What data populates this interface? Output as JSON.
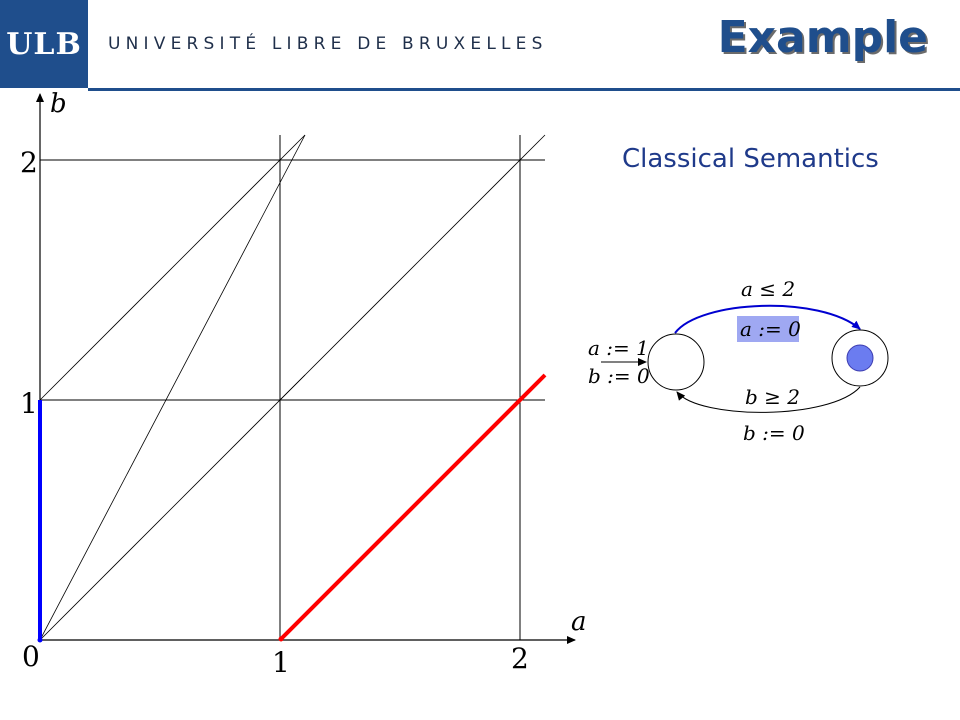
{
  "header": {
    "logo_text": "ULB",
    "university": "UNIVERSITÉ LIBRE DE BRUXELLES",
    "title": "Example"
  },
  "subtitle": "Classical Semantics",
  "plot": {
    "x_axis_label": "a",
    "y_axis_label": "b",
    "x_ticks": [
      "0",
      "1",
      "2"
    ],
    "y_ticks": [
      "1",
      "2"
    ],
    "blue_segment": {
      "from": [
        0,
        0
      ],
      "to": [
        0,
        1
      ],
      "color": "#0000ff"
    },
    "red_segment": {
      "from": [
        1,
        0
      ],
      "to": [
        2.03,
        1.1
      ],
      "color": "#ff0000"
    }
  },
  "automaton": {
    "init_reset_a": "a := 1",
    "init_reset_b": "b := 0",
    "edge_top_guard": "a ≤ 2",
    "edge_top_reset": "a := 0",
    "edge_bottom_guard": "b ≥ 2",
    "edge_bottom_reset": "b := 0",
    "highlight_color": "#9fa8f2",
    "active_state_color": "#6b7cf0",
    "top_edge_color": "#0000d0"
  }
}
